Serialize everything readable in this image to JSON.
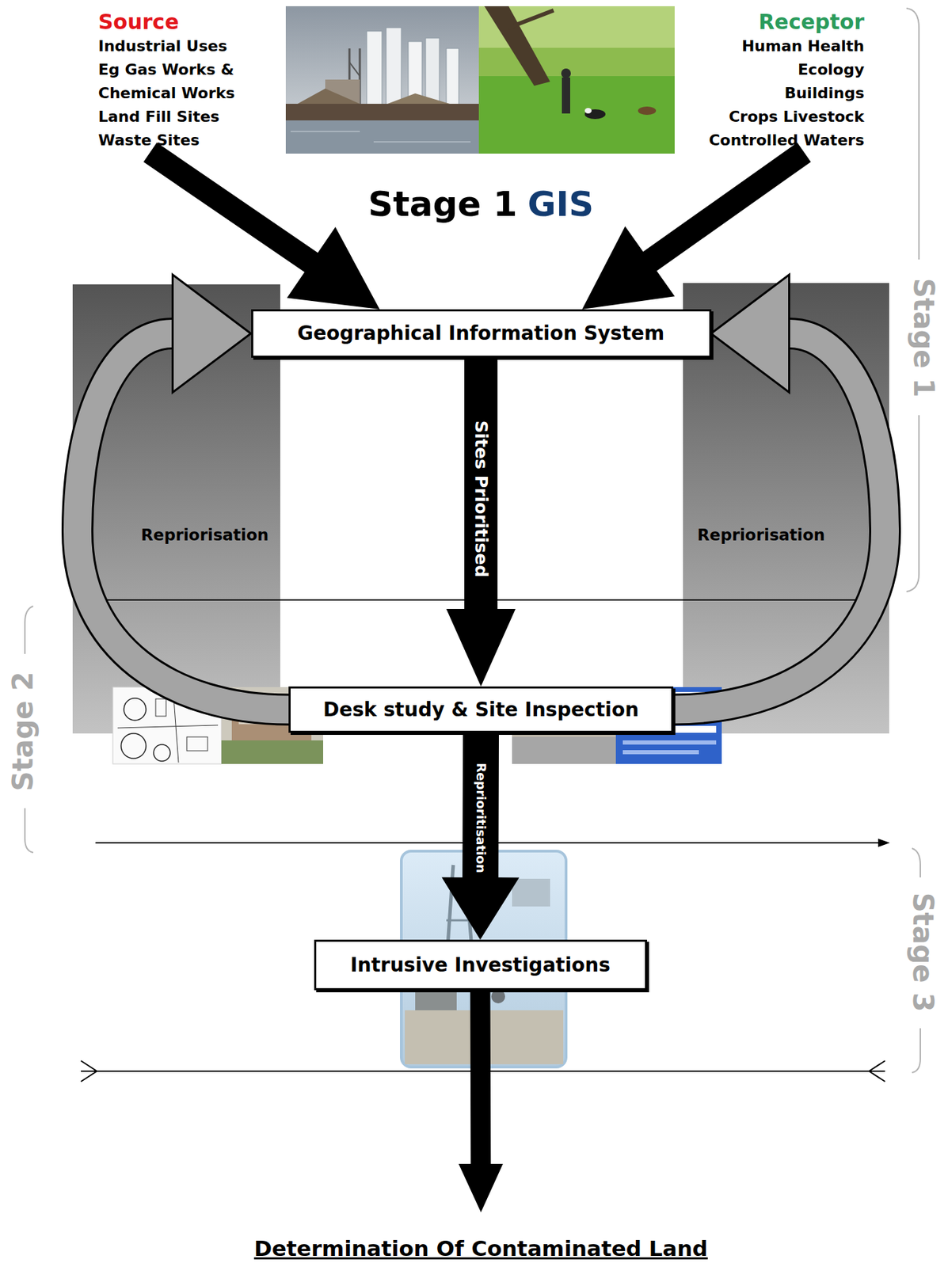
{
  "diagram": {
    "nodes": [
      {
        "text": [
          "Source",
          "Industrial Uses",
          "Eg Gas Works & Chemical Works",
          "Land Fill Sites",
          "Waste Sites"
        ]
      },
      {
        "text": [
          "Receptor",
          "Human Health",
          "Ecology",
          "Buildings",
          "Crops Livestock",
          "Controlled Waters"
        ]
      },
      {
        "text": [
          "Geographical Information System"
        ]
      },
      {
        "text": [
          "Desk study & Site Inspection"
        ]
      },
      {
        "text": [
          "Intrusive Investigations"
        ]
      },
      {
        "text": [
          "Determination Of Contaminated Land"
        ]
      }
    ],
    "edges": [
      {
        "from": 0,
        "to": 2,
        "arrow": "to"
      },
      {
        "from": 1,
        "to": 2,
        "arrow": "to"
      },
      {
        "from": 2,
        "to": 3,
        "label": "Sites Prioritised",
        "arrow": "to"
      },
      {
        "from": 3,
        "to": 2,
        "label": "Repriorisation",
        "arrow": "to"
      },
      {
        "from": 3,
        "to": 2,
        "label": "Repriorisation",
        "arrow": "to"
      },
      {
        "from": 3,
        "to": 4,
        "label": "Reprioritisation",
        "arrow": "to"
      },
      {
        "from": 4,
        "to": 5,
        "arrow": "to"
      }
    ],
    "labels": [
      "Stage 1",
      "GIS",
      "Stage 1",
      "Stage 2",
      "Stage 3"
    ]
  }
}
